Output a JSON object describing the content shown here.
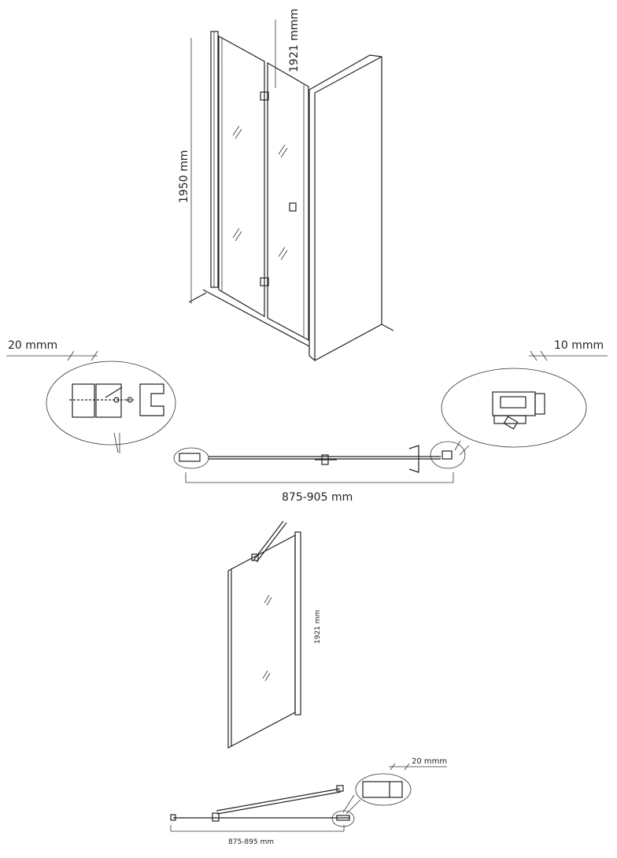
{
  "top_view": {
    "height_label": "1950 mm",
    "inner_height_label": "1921 mmm"
  },
  "plan_view_1": {
    "left_gap_label": "20 mmm",
    "right_gap_label": "10 mmm",
    "width_label": "875-905 mm"
  },
  "panel_view": {
    "height_label": "1921 mm"
  },
  "plan_view_2": {
    "gap_label": "20 mmm",
    "width_label": "875-895 mm"
  }
}
